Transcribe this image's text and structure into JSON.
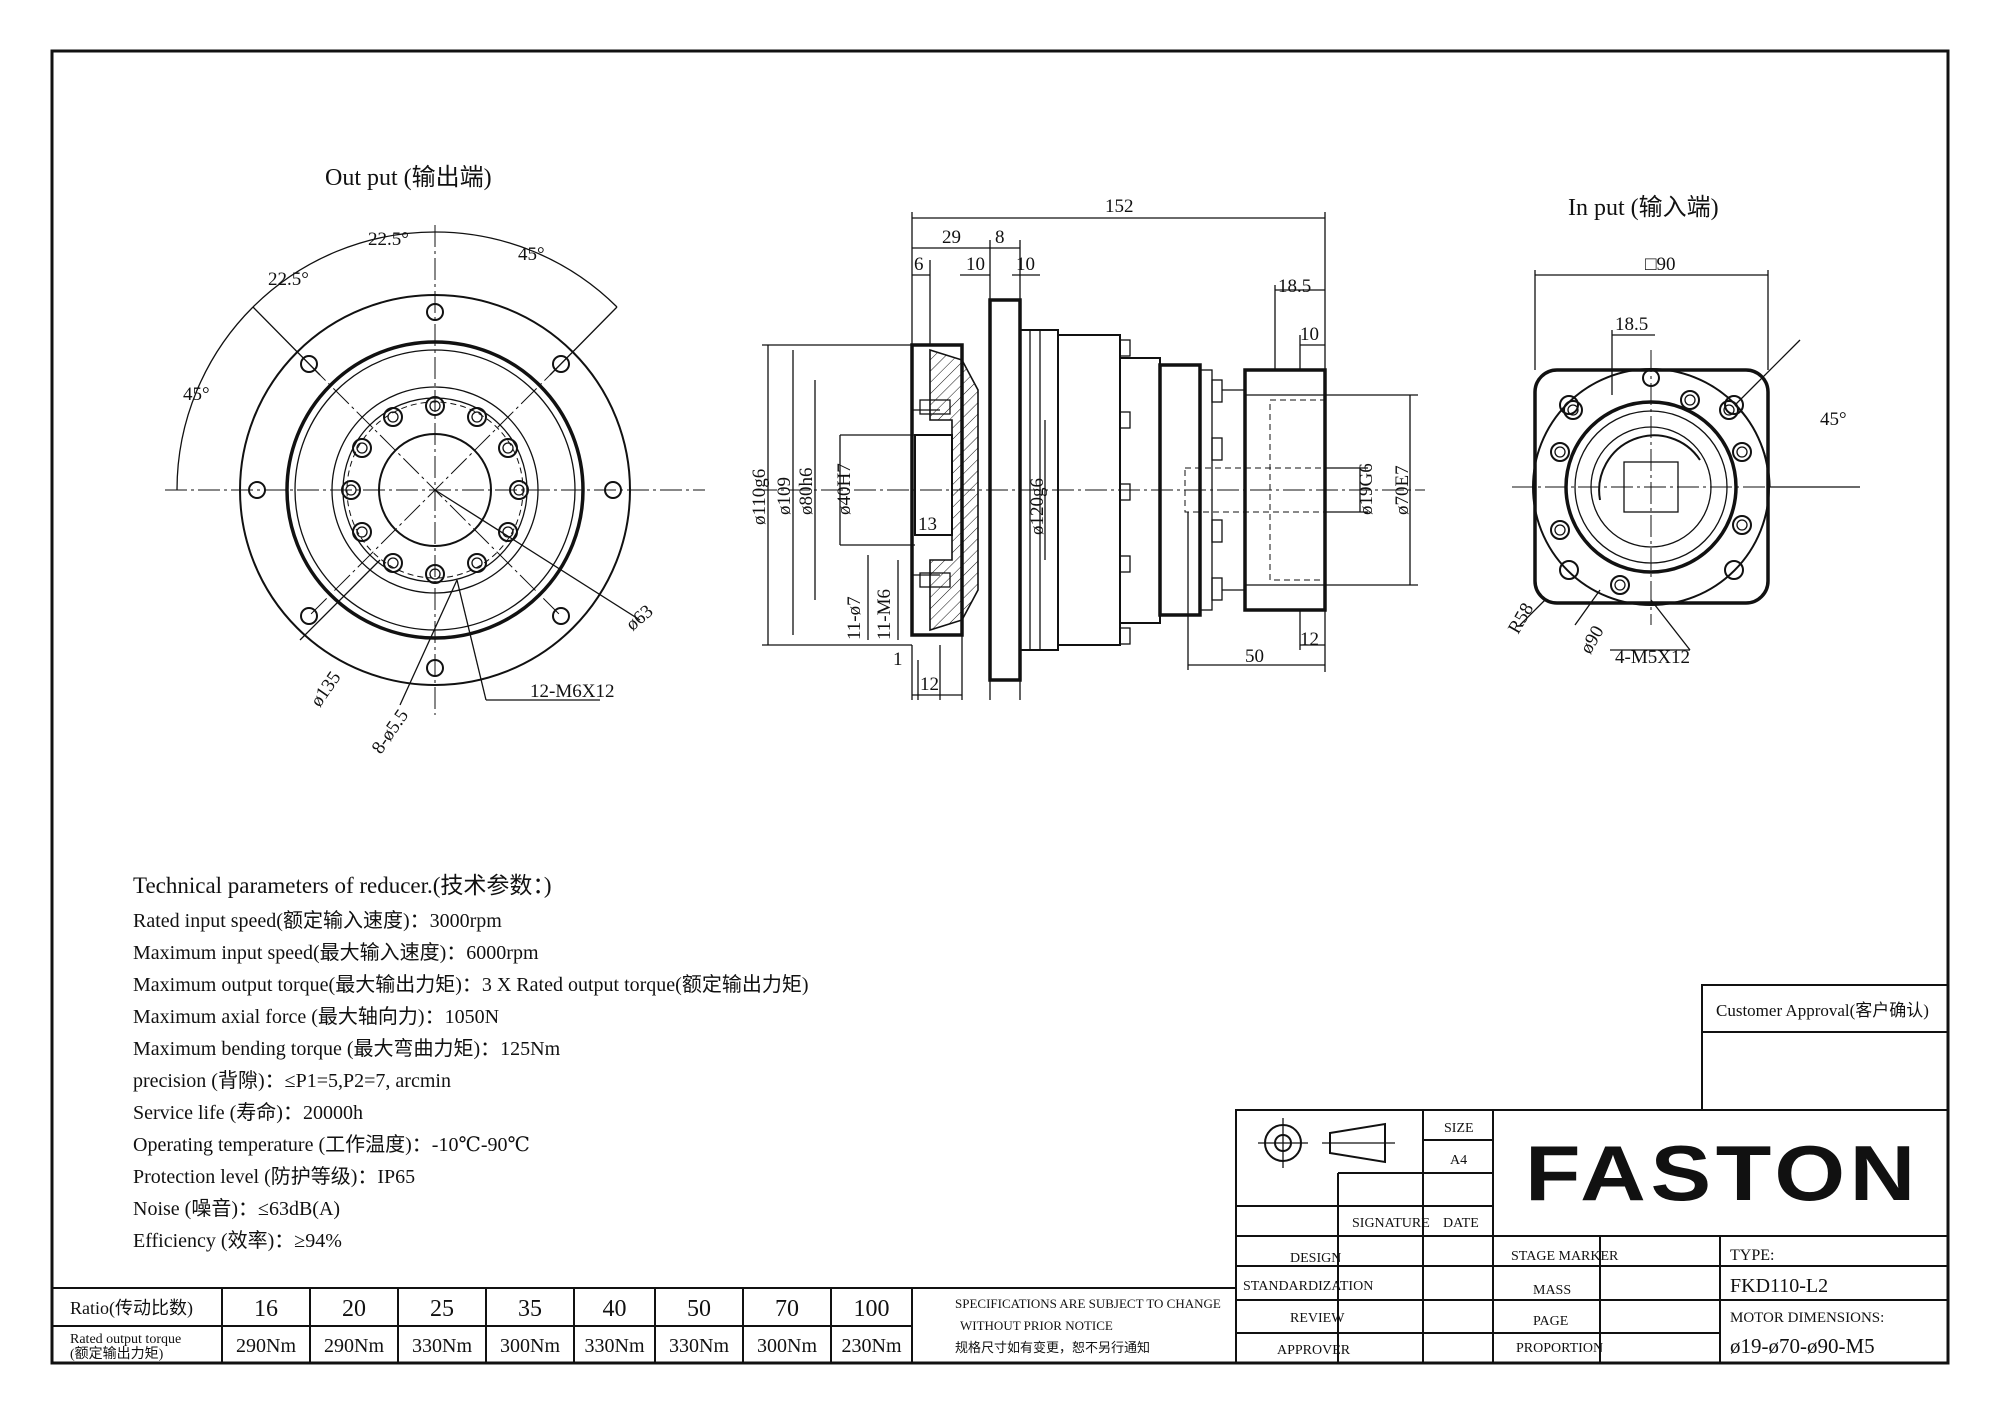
{
  "output_view": {
    "title": "Out put (输出端)",
    "angle_top": "22.5°",
    "angle_left_upper": "22.5°",
    "angle_right": "45°",
    "angle_left": "45°",
    "dia_63": "ø63",
    "dia_135": "ø135",
    "holes_8": "8-ø5.5",
    "holes_12": "12-M6X12"
  },
  "side_view": {
    "len_152": "152",
    "len_29": "29",
    "len_8": "8",
    "len_6": "6",
    "len_10a": "10",
    "len_10b": "10",
    "len_18_5": "18.5",
    "len_10c": "10",
    "dia_110": "ø110g6",
    "dia_109": "ø109",
    "dia_80": "ø80h6",
    "dia_40": "ø40H7",
    "len_13": "13",
    "dia_120": "ø120g6",
    "dia_19": "ø19G6",
    "dia_70": "ø70E7",
    "dia_7": "11-ø7",
    "m6": "11-M6",
    "len_1": "1",
    "len_12a": "12",
    "len_50": "50",
    "len_12b": "12"
  },
  "input_view": {
    "title": "In put (输入端)",
    "square_90": "□90",
    "len_18_5": "18.5",
    "angle_45": "45°",
    "r58": "R58",
    "dia_90": "ø90",
    "holes": "4-M5X12"
  },
  "tech": {
    "title": "Technical parameters of reducer.(技术参数：)",
    "lines": [
      "Rated input speed(额定输入速度)：3000rpm",
      "Maximum input speed(最大输入速度)：6000rpm",
      "Maximum output torque(最大输出力矩)：3 X Rated output torque(额定输出力矩)",
      "Maximum axial force (最大轴向力)：1050N",
      "Maximum bending torque (最大弯曲力矩)：125Nm",
      "precision (背隙)：≤P1=5,P2=7, arcmin",
      "Service life (寿命)：20000h",
      "Operating temperature (工作温度)：-10℃-90℃",
      "Protection level (防护等级)：IP65",
      "Noise (噪音)：≤63dB(A)",
      "Efficiency (效率)：≥94%"
    ]
  },
  "ratio_table": {
    "ratio_label": "Ratio(传动比数)",
    "torque_label_1": "Rated output torque",
    "torque_label_2": "(额定输出力矩)",
    "ratios": [
      "16",
      "20",
      "25",
      "35",
      "40",
      "50",
      "70",
      "100"
    ],
    "torques": [
      "290Nm",
      "290Nm",
      "330Nm",
      "300Nm",
      "330Nm",
      "330Nm",
      "300Nm",
      "230Nm"
    ]
  },
  "notice": {
    "line1": "SPECIFICATIONS ARE SUBJECT TO CHANGE",
    "line2": "WITHOUT PRIOR NOTICE",
    "line3": "规格尺寸如有变更，恕不另行通知"
  },
  "customer_approval": "Customer Approval(客户确认)",
  "title_block": {
    "size_label": "SIZE",
    "size_value": "A4",
    "signature": "SIGNATURE",
    "date": "DATE",
    "design": "DESIGN",
    "standardization": "STANDARDIZATION",
    "review": "REVIEW",
    "approver": "APPROVER",
    "stage_marker": "STAGE MARKER",
    "mass": "MASS",
    "page": "PAGE",
    "proportion": "PROPORTION",
    "type_label": "TYPE:",
    "type_value": "FKD110-L2",
    "motor_label": "MOTOR DIMENSIONS:",
    "motor_value": "ø19-ø70-ø90-M5",
    "logo": "FASTON"
  }
}
